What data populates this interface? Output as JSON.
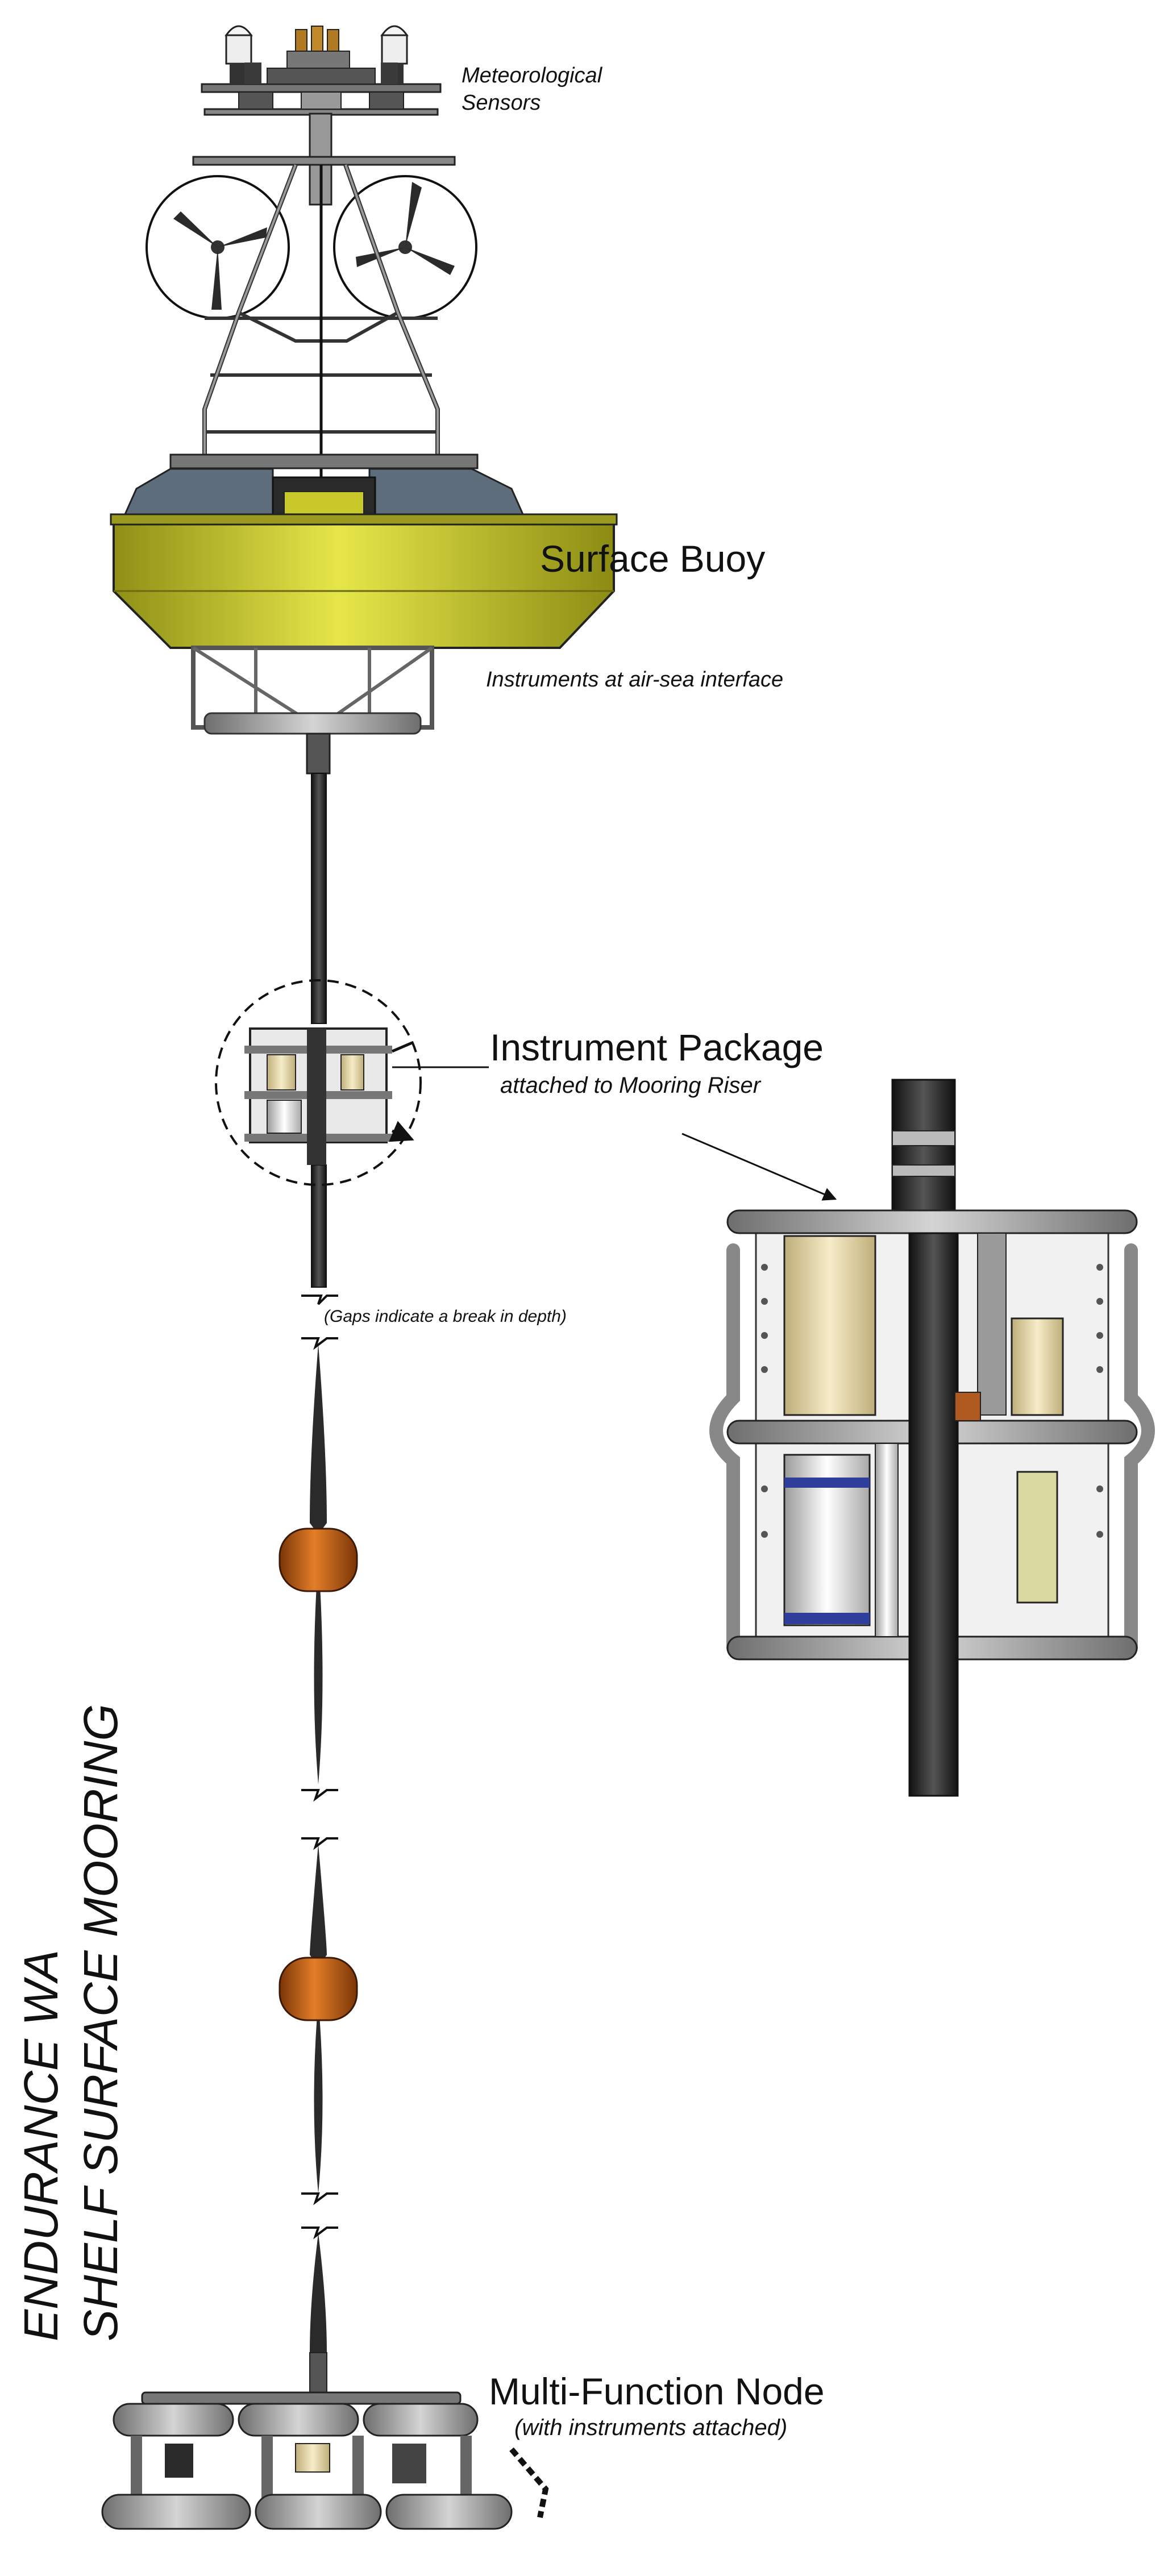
{
  "title": {
    "line1": "ENDURANCE WA",
    "line2": "SHELF SURFACE MOORING"
  },
  "labels": {
    "met_sensors_1": "Meteorological",
    "met_sensors_2": "Sensors",
    "surface_buoy": "Surface Buoy",
    "air_sea": "Instruments at air-sea interface",
    "instrument_package": "Instrument Package",
    "instrument_package_sub": "attached to Mooring Riser",
    "gaps_note": "(Gaps indicate a break in depth)",
    "mfn": "Multi-Function Node",
    "mfn_sub": "(with instruments attached)"
  },
  "colors": {
    "buoy_yellow": "#d8d830",
    "float_orange": "#d06a1a",
    "frame_gray": "#9a9a9a",
    "riser_black": "#2a2a2a",
    "solar_panel": "#5a6a78",
    "cream": "#efe3b8",
    "blue": "#2f3e9a"
  }
}
